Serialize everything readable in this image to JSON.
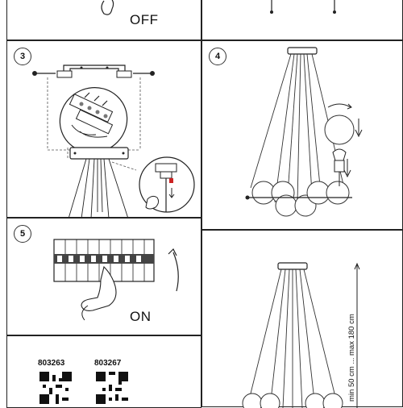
{
  "steps": {
    "top_left_label": "OFF",
    "step3_number": "3",
    "step4_number": "4",
    "step5_number": "5",
    "step5_label": "ON"
  },
  "products": {
    "codes": [
      "803263",
      "803267"
    ]
  },
  "dimension": {
    "height_text": "min 50 cm ... max 180 cm"
  },
  "colors": {
    "line": "#222222",
    "light_gray": "#bbbbbb"
  }
}
